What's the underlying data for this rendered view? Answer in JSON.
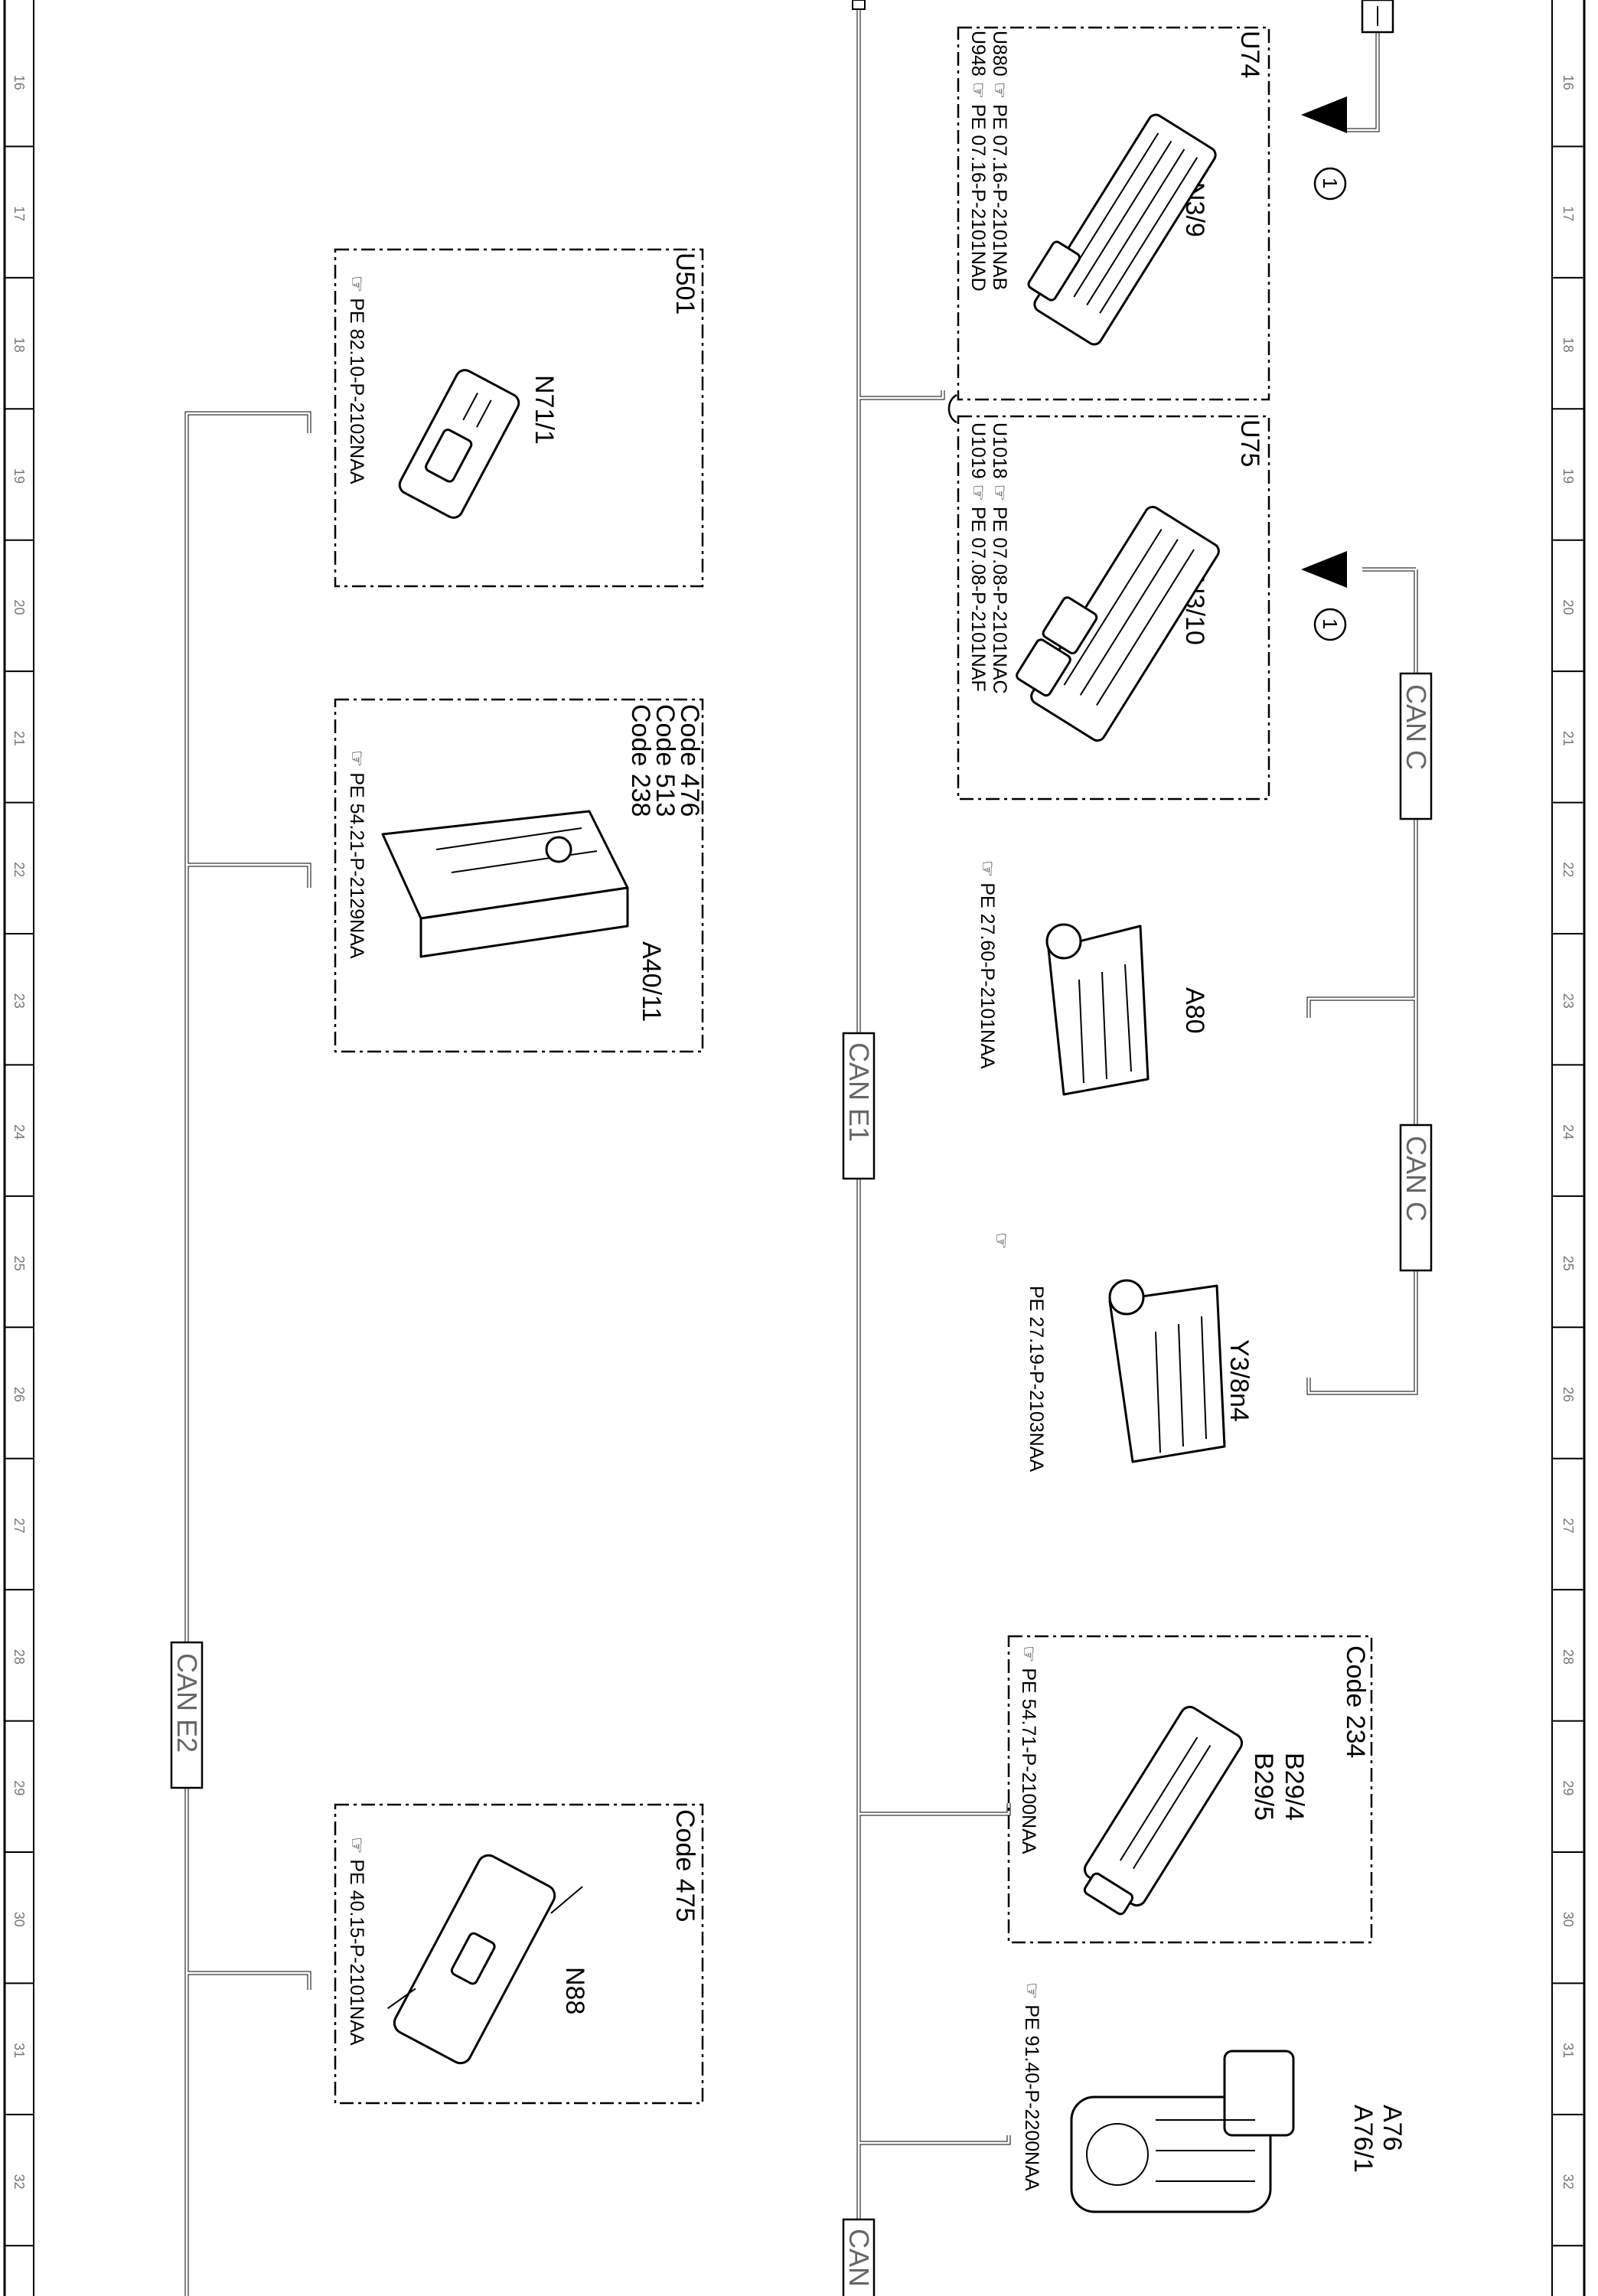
{
  "grid": {
    "numbers": [
      "16",
      "17",
      "18",
      "19",
      "20",
      "21",
      "22",
      "23",
      "24",
      "25",
      "26",
      "27",
      "28",
      "29",
      "30",
      "31",
      "32"
    ]
  },
  "buses": {
    "can_e1": "CAN E1",
    "can_e2": "CAN E2",
    "can_c_1": "CAN C",
    "can_c_2": "CAN C",
    "can_cut": "CAN"
  },
  "markers": {
    "circle_1a": "1",
    "circle_1b": "1"
  },
  "components": {
    "u74": {
      "box_id": "U74",
      "name": "N3/9",
      "refs": [
        "U880 ☞ PE 07.16-P-2101NAB",
        "U948 ☞ PE 07.16-P-2101NAD"
      ]
    },
    "u75": {
      "box_id": "U75",
      "name": "N3/10",
      "refs": [
        "U1018 ☞ PE 07.08-P-2101NAC",
        "U1019 ☞ PE 07.08-P-2101NAF"
      ]
    },
    "a80": {
      "name": "A80",
      "ref": "☞ PE 27.60-P-2101NAA"
    },
    "y3": {
      "name": "Y3/8n4",
      "ref_icon": "☞",
      "ref": "PE 27.19-P-2103NAA"
    },
    "b29": {
      "codes": "Code 234",
      "names": [
        "B29/4",
        "B29/5"
      ],
      "ref": "☞ PE 54.71-P-2100NAA"
    },
    "a76": {
      "names": [
        "A76",
        "A76/1"
      ],
      "ref": "☞ PE 91.40-P-2200NAA"
    },
    "u501": {
      "box_id": "U501",
      "name": "N71/1",
      "ref": "☞ PE 82.10-P-2102NAA"
    },
    "a40": {
      "codes": [
        "Code 476",
        "Code 513",
        "Code 238"
      ],
      "name": "A40/11",
      "ref": "☞ PE 54.21-P-2129NAA"
    },
    "n88": {
      "codes": "Code 475",
      "name": "N88",
      "ref": "☞ PE 40.15-P-2101NAA"
    }
  }
}
